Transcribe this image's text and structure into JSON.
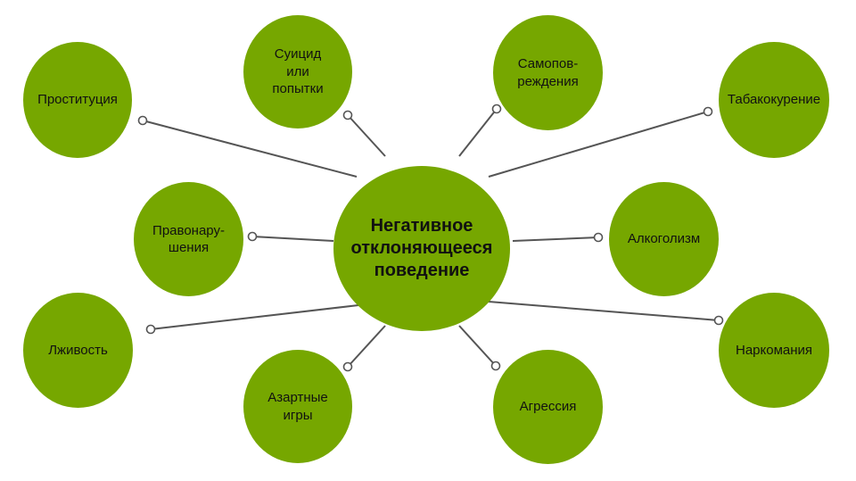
{
  "diagram": {
    "center": {
      "label": "Негативное\nотклоняющееся\nповедение"
    },
    "nodes": [
      {
        "id": "prostitution",
        "label": "Проституция"
      },
      {
        "id": "suicide",
        "label": "Суицид\nили\nпопытки"
      },
      {
        "id": "selfharm",
        "label": "Самопов-\nреждения"
      },
      {
        "id": "smoking",
        "label": "Табакокурение"
      },
      {
        "id": "offenses",
        "label": "Правонару-\nшения"
      },
      {
        "id": "alcoholism",
        "label": "Алкоголизм"
      },
      {
        "id": "lying",
        "label": "Лживость"
      },
      {
        "id": "drugs",
        "label": "Наркомания"
      },
      {
        "id": "gambling",
        "label": "Азартные\nигры"
      },
      {
        "id": "aggression",
        "label": "Агрессия"
      }
    ],
    "colors": {
      "node_fill": "#76a700",
      "connector": "#555555"
    }
  }
}
